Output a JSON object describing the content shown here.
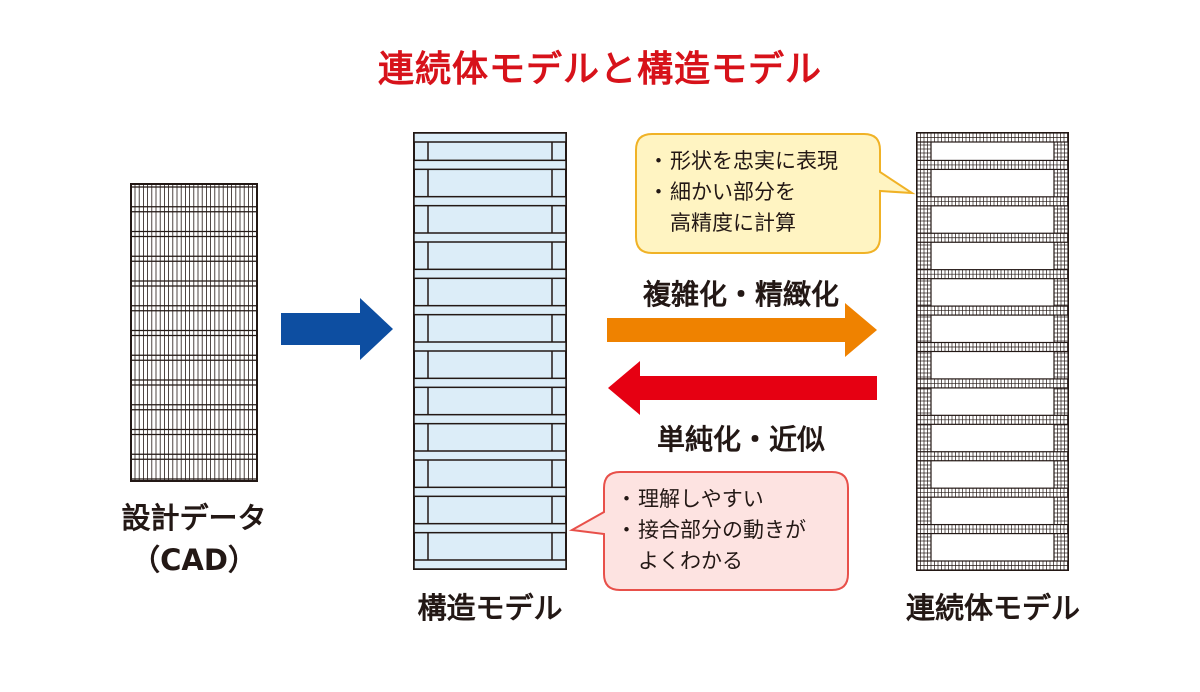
{
  "title": "連続体モデルと構造モデル",
  "models": {
    "cad": {
      "label_line1": "設計データ",
      "label_line2": "（CAD）"
    },
    "structural": {
      "label": "構造モデル"
    },
    "continuum": {
      "label": "連続体モデル"
    }
  },
  "arrows": {
    "refine_label": "複雑化・精緻化",
    "simplify_label": "単純化・近似"
  },
  "bubbles": {
    "continuum_points": {
      "bullet": "・",
      "item1": "形状を忠実に表現",
      "item2_line1": "細かい部分を",
      "item2_line2": "高精度に計算"
    },
    "structural_points": {
      "bullet": "・",
      "item1": "理解しやすい",
      "item2_line1": "接合部分の動きが",
      "item2_line2": "よくわかる"
    }
  },
  "colors": {
    "title": "#d7121a",
    "blue_arrow": "#0d4ea1",
    "orange_arrow": "#ef8200",
    "red_arrow": "#e60012",
    "structural_fill": "#dcedf8",
    "yellow_bubble_fill": "#fff4c2",
    "yellow_bubble_stroke": "#f0b226",
    "pink_bubble_fill": "#fde3e1",
    "pink_bubble_stroke": "#e8504a"
  }
}
